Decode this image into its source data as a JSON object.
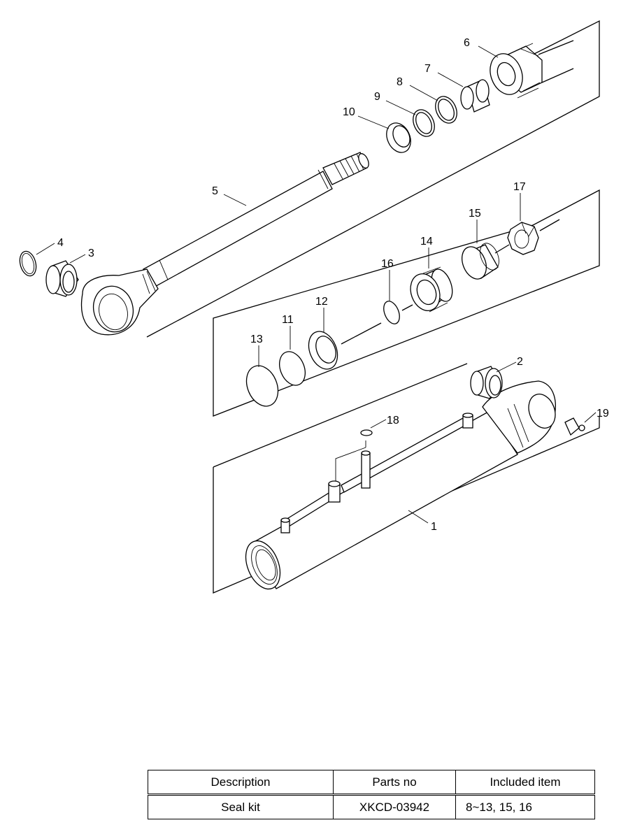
{
  "callouts": [
    {
      "id": "c1",
      "label": "1"
    },
    {
      "id": "c2",
      "label": "2"
    },
    {
      "id": "c3",
      "label": "3"
    },
    {
      "id": "c4",
      "label": "4"
    },
    {
      "id": "c5",
      "label": "5"
    },
    {
      "id": "c6",
      "label": "6"
    },
    {
      "id": "c7",
      "label": "7"
    },
    {
      "id": "c8",
      "label": "8"
    },
    {
      "id": "c9",
      "label": "9"
    },
    {
      "id": "c10",
      "label": "10"
    },
    {
      "id": "c11",
      "label": "11"
    },
    {
      "id": "c12",
      "label": "12"
    },
    {
      "id": "c13",
      "label": "13"
    },
    {
      "id": "c14",
      "label": "14"
    },
    {
      "id": "c15",
      "label": "15"
    },
    {
      "id": "c16",
      "label": "16"
    },
    {
      "id": "c17",
      "label": "17"
    },
    {
      "id": "c18",
      "label": "18"
    },
    {
      "id": "c19",
      "label": "19"
    }
  ],
  "kit_table": {
    "headers": {
      "description": "Description",
      "parts_no": "Parts no",
      "included": "Included item"
    },
    "row": {
      "description": "Seal kit",
      "parts_no": "XKCD-03942",
      "included": "8~13, 15, 16"
    }
  }
}
